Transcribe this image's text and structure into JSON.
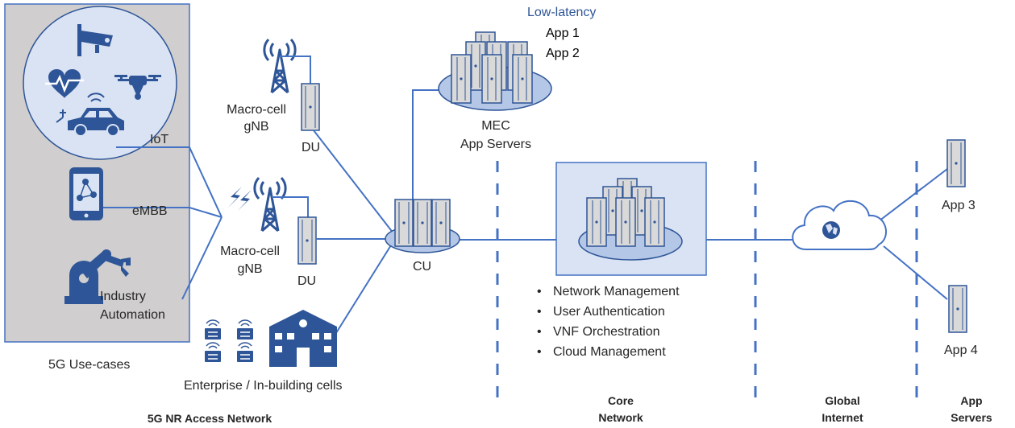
{
  "colors": {
    "accent": "#4472c4",
    "icon_blue": "#2e5597",
    "panel_gray": "#d0cece",
    "server_gray": "#d9d9d9",
    "ellipse_fill": "#b4c7e7",
    "core_panel": "#dae3f3",
    "text": "#262626",
    "mec_title": "#2f5597"
  },
  "use_cases": {
    "iot_label": "IoT",
    "embb_label": "eMBB",
    "industry_label_line1": "Industry",
    "industry_label_line2": "Automation",
    "caption": "5G Use-cases",
    "icons": [
      "cctv-camera-icon",
      "heart-rate-icon",
      "drone-icon",
      "connected-car-icon",
      "smartphone-icon",
      "robot-arm-icon"
    ]
  },
  "access": {
    "macro1_line1": "Macro-cell",
    "macro1_line2": "gNB",
    "du1": "DU",
    "macro2_line1": "Macro-cell",
    "macro2_line2": "gNB",
    "du2": "DU",
    "enterprise": "Enterprise / In-building cells",
    "cu": "CU",
    "section_title": "5G NR Access Network"
  },
  "mec": {
    "title": "Low-latency",
    "app1": "App 1",
    "app2": "App 2",
    "caption_line1": "MEC",
    "caption_line2": "App Servers"
  },
  "core": {
    "functions": [
      "Network Management",
      "User Authentication",
      "VNF Orchestration",
      "Cloud Management"
    ],
    "section_line1": "Core",
    "section_line2": "Network"
  },
  "internet": {
    "section_line1": "Global",
    "section_line2": "Internet",
    "icons": [
      "cloud-icon",
      "globe-icon"
    ]
  },
  "app_servers": {
    "app3": "App 3",
    "app4": "App 4",
    "section_line1": "App",
    "section_line2": "Servers"
  }
}
